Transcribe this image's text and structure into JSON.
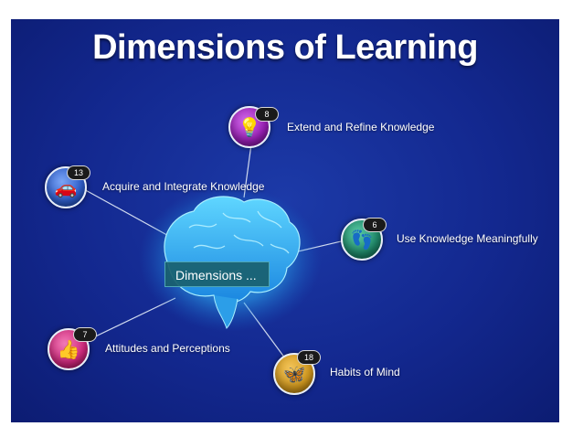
{
  "title": "Dimensions of Learning",
  "center_label": "Dimensions ...",
  "nodes": [
    {
      "id": "extend",
      "label": "Extend and Refine Knowledge",
      "count": "8",
      "icon": "lightbulb-icon",
      "color": "#9b1fb8"
    },
    {
      "id": "acquire",
      "label": "Acquire and Integrate Knowledge",
      "count": "13",
      "icon": "car-icon",
      "color": "#2f5fcf"
    },
    {
      "id": "use",
      "label": "Use Knowledge Meaningfully",
      "count": "6",
      "icon": "footprints-icon",
      "color": "#1f8a6a"
    },
    {
      "id": "attitudes",
      "label": "Attitudes and Perceptions",
      "count": "7",
      "icon": "thumbs-up-icon",
      "color": "#d2287d"
    },
    {
      "id": "habits",
      "label": "Habits of Mind",
      "count": "18",
      "icon": "butterfly-icon",
      "color": "#d49a1e"
    }
  ]
}
